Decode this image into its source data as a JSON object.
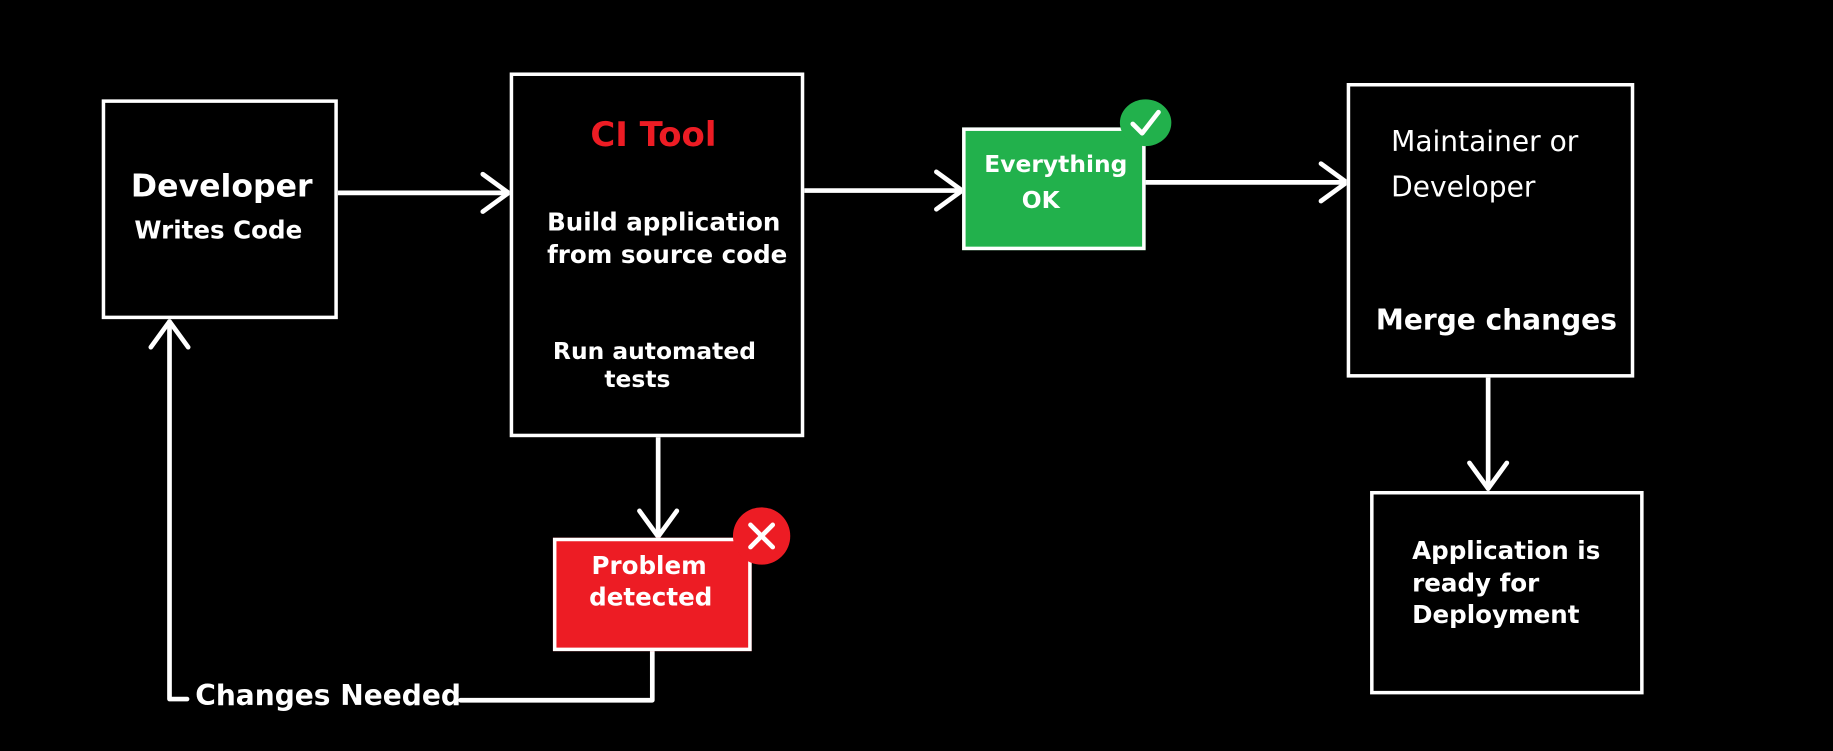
{
  "colors": {
    "background": "#000000",
    "line": "#ffffff",
    "ci_title": "#ed1c24",
    "ok": "#22b14c",
    "problem": "#ed1c24"
  },
  "nodes": {
    "developer": {
      "title": "Developer",
      "subtitle": "Writes Code"
    },
    "ci_tool": {
      "title": "CI Tool",
      "build_line1": "Build application",
      "build_line2": "from source code",
      "tests_line1": "Run automated",
      "tests_line2": "tests"
    },
    "everything_ok": {
      "line1": "Everything",
      "line2": "OK",
      "icon": "check-icon"
    },
    "maintainer": {
      "line1": "Maintainer or",
      "line2": "Developer",
      "action": "Merge changes"
    },
    "problem": {
      "line1": "Problem",
      "line2": "detected",
      "icon": "cross-icon"
    },
    "deployment": {
      "line1": "Application is",
      "line2": "ready for",
      "line3": "Deployment"
    }
  },
  "edges": {
    "feedback_label": "Changes Needed"
  }
}
